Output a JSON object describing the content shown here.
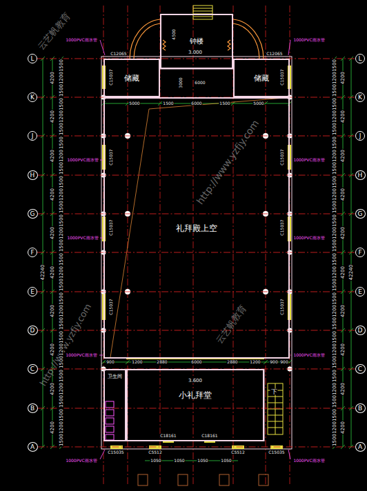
{
  "diagram": {
    "nodes": [
      {
        "text": [
          "礼拜殿上空"
        ]
      },
      {
        "text": [
          "储藏"
        ]
      },
      {
        "text": [
          "储藏"
        ]
      },
      {
        "text": [
          "钟楼"
        ]
      },
      {
        "text": [
          "小礼拜堂"
        ]
      },
      {
        "text": [
          "卫生间"
        ]
      },
      {
        "text": [
          "L"
        ]
      },
      {
        "text": [
          "K"
        ]
      },
      {
        "text": [
          "J"
        ]
      },
      {
        "text": [
          "H"
        ]
      },
      {
        "text": [
          "G"
        ]
      },
      {
        "text": [
          "F"
        ]
      },
      {
        "text": [
          "E"
        ]
      },
      {
        "text": [
          "D"
        ]
      },
      {
        "text": [
          "C"
        ]
      },
      {
        "text": [
          "B"
        ]
      },
      {
        "text": [
          "A"
        ]
      },
      {
        "text": [
          "L"
        ]
      },
      {
        "text": [
          "K"
        ]
      },
      {
        "text": [
          "J"
        ]
      },
      {
        "text": [
          "H"
        ]
      },
      {
        "text": [
          "G"
        ]
      },
      {
        "text": [
          "F"
        ]
      },
      {
        "text": [
          "E"
        ]
      },
      {
        "text": [
          "D"
        ]
      },
      {
        "text": [
          "C"
        ]
      },
      {
        "text": [
          "B"
        ]
      },
      {
        "text": [
          "A"
        ]
      }
    ],
    "edges": [
      {
        "from": 6,
        "to": 17,
        "arrow": "none"
      },
      {
        "from": 7,
        "to": 18,
        "arrow": "none"
      },
      {
        "from": 8,
        "to": 19,
        "arrow": "none"
      },
      {
        "from": 9,
        "to": 20,
        "arrow": "none"
      },
      {
        "from": 10,
        "to": 21,
        "arrow": "none"
      },
      {
        "from": 11,
        "to": 22,
        "arrow": "none"
      },
      {
        "from": 12,
        "to": 23,
        "arrow": "none"
      },
      {
        "from": 13,
        "to": 24,
        "arrow": "none"
      },
      {
        "from": 14,
        "to": 25,
        "arrow": "none"
      },
      {
        "from": 15,
        "to": 26,
        "arrow": "none"
      },
      {
        "from": 16,
        "to": 27,
        "arrow": "none"
      }
    ],
    "labels": [
      "云艺帆教育",
      "http://www.yzfjy.com",
      "http://www.yzfjy.com",
      "云艺帆教育",
      "1000PVC雨水管",
      "1000PVC雨水管",
      "1000PVC雨水管",
      "1000PVC雨水管",
      "1000PVC雨水管",
      "1000PVC雨水管",
      "1000PVC雨水管",
      "1000PVC雨水管",
      "1000PVC雨水管",
      "1000PVC雨水管",
      "C12065",
      "C12065",
      "C15037",
      "C15037",
      "C15037",
      "C15037",
      "C15037",
      "C15037",
      "C15037",
      "C15037",
      "4500",
      "3000",
      "6000",
      "5000",
      "1500",
      "6000",
      "1500",
      "5000",
      "900",
      "1200",
      "2880",
      "6000",
      "2880",
      "1200",
      "900",
      "900",
      "C15035",
      "C5512",
      "C18161",
      "C18161",
      "C5512",
      "C15035",
      "1050",
      "1050",
      "1050",
      "1050",
      "3.000",
      "3.600",
      "下",
      "42240",
      "42240",
      "4200",
      "1500",
      "1200",
      "1500",
      "4200",
      "1500",
      "1200",
      "1500",
      "4200",
      "1500",
      "1200",
      "1500",
      "4200",
      "1500",
      "1200",
      "1500",
      "4200",
      "1500",
      "1200",
      "1500",
      "4200",
      "1500",
      "1200",
      "1500",
      "4200",
      "1500",
      "1200",
      "1500",
      "4200",
      "1500",
      "1200",
      "1500",
      "4200",
      "1500",
      "1200",
      "1500",
      "4200",
      "1500",
      "1200",
      "1500",
      "4200",
      "1500",
      "1200",
      "1500",
      "4200",
      "1500",
      "1200",
      "1500",
      "4200",
      "1500",
      "1200",
      "1500",
      "4200",
      "1500",
      "1200",
      "1500",
      "4200",
      "1500",
      "1200",
      "1500",
      "4200",
      "1500",
      "1200",
      "1500",
      "4200",
      "1500",
      "1200",
      "1500",
      "4200",
      "1500",
      "1200",
      "1500",
      "4200",
      "1500",
      "1200",
      "1500",
      "4200",
      "1500",
      "1200",
      "1500"
    ]
  }
}
